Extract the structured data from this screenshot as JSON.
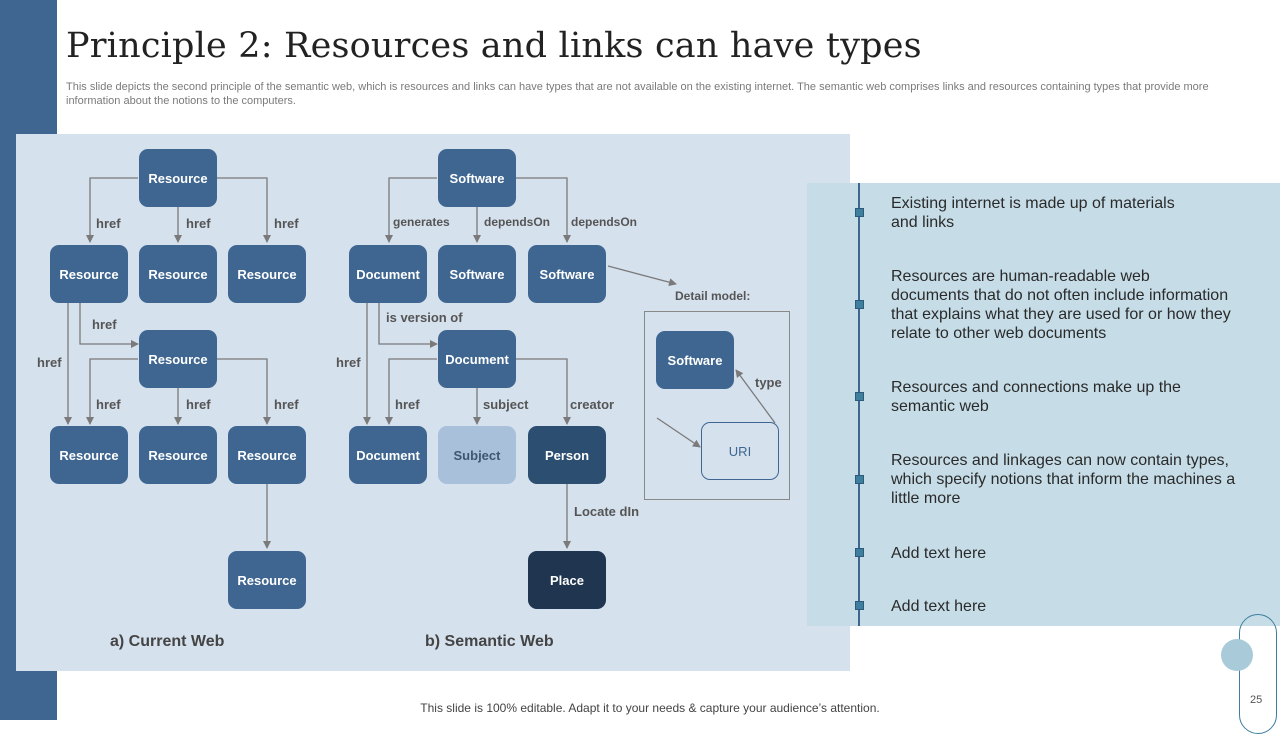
{
  "title": "Principle 2: Resources and links can have types",
  "subtitle": "This slide depicts the second principle of the semantic web, which is resources and links can have types that are not available on the existing internet. The semantic web comprises links and resources containing types that provide more information about the notions to the computers.",
  "current_web": {
    "caption": "a) Current Web",
    "node_label": "Resource",
    "link_label": "href"
  },
  "semantic_web": {
    "caption": "b) Semantic Web",
    "nodes": {
      "software": "Software",
      "document": "Document",
      "subject": "Subject",
      "person": "Person",
      "place": "Place"
    },
    "links": {
      "generates": "generates",
      "depends_on": "dependsOn",
      "is_version_of": "is version of",
      "href": "href",
      "subject": "subject",
      "creator": "creator",
      "locate_in": "Locate dIn"
    }
  },
  "detail_model": {
    "label": "Detail model:",
    "software": "Software",
    "uri": "URI",
    "type": "type"
  },
  "points": [
    "Existing internet is made up of materials and links",
    "Resources are human-readable web documents that do not often include information that explains what they are used for or how they relate to other web documents",
    "Resources and connections make up the semantic web",
    "Resources and linkages can now contain types, which specify notions that inform the machines a little more",
    "Add text here",
    "Add text here"
  ],
  "footer": "This slide is 100% editable. Adapt it to your needs & capture your audience’s attention.",
  "page_number": "25",
  "colors": {
    "accent": "#3e6690",
    "panel": "#d6e1ee",
    "right_panel": "#c6dde8"
  }
}
